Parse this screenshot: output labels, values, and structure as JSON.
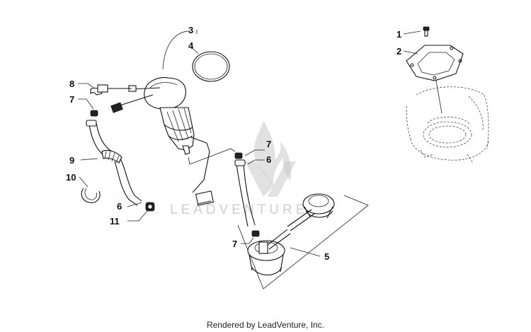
{
  "callouts": {
    "c1": "1",
    "c2": "2",
    "c3": "3",
    "c4": "4",
    "c5": "5",
    "c6a": "6",
    "c6b": "6",
    "c7a": "7",
    "c7b": "7",
    "c7c": "7",
    "c8": "8",
    "c9": "9",
    "c10": "10",
    "c11": "11"
  },
  "watermark": {
    "brand": "LEADVENTURE"
  },
  "footer": {
    "credit": "Rendered by LeadVenture, Inc."
  }
}
